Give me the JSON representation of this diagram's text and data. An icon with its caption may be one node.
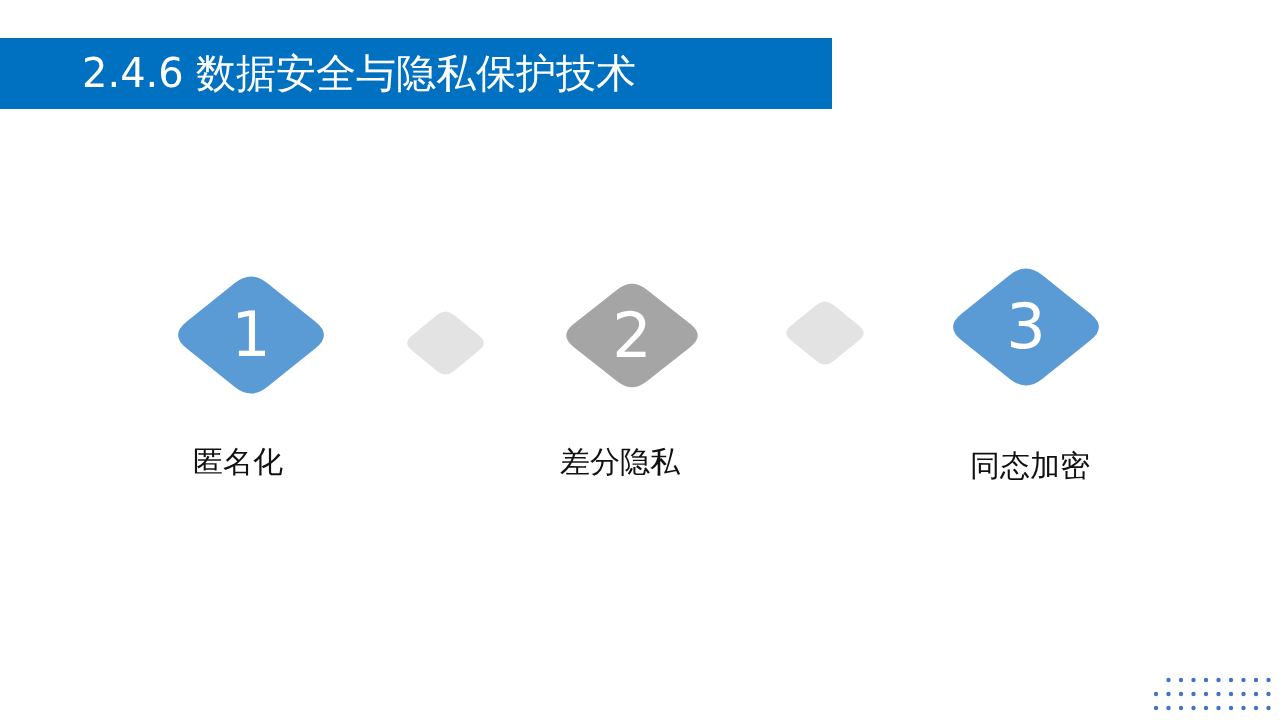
{
  "diagram": {
    "title": "2.4.6 数据安全与隐私保护技术",
    "nodes": [
      {
        "text": [
          "1"
        ],
        "beside": [
          "匿名化"
        ]
      },
      {
        "text": [],
        "shape": "diamond"
      },
      {
        "text": [
          "2"
        ],
        "beside": [
          "差分隐私"
        ]
      },
      {
        "text": [],
        "shape": "diamond"
      },
      {
        "text": [
          "3"
        ],
        "beside": [
          "同态加密"
        ]
      }
    ]
  }
}
